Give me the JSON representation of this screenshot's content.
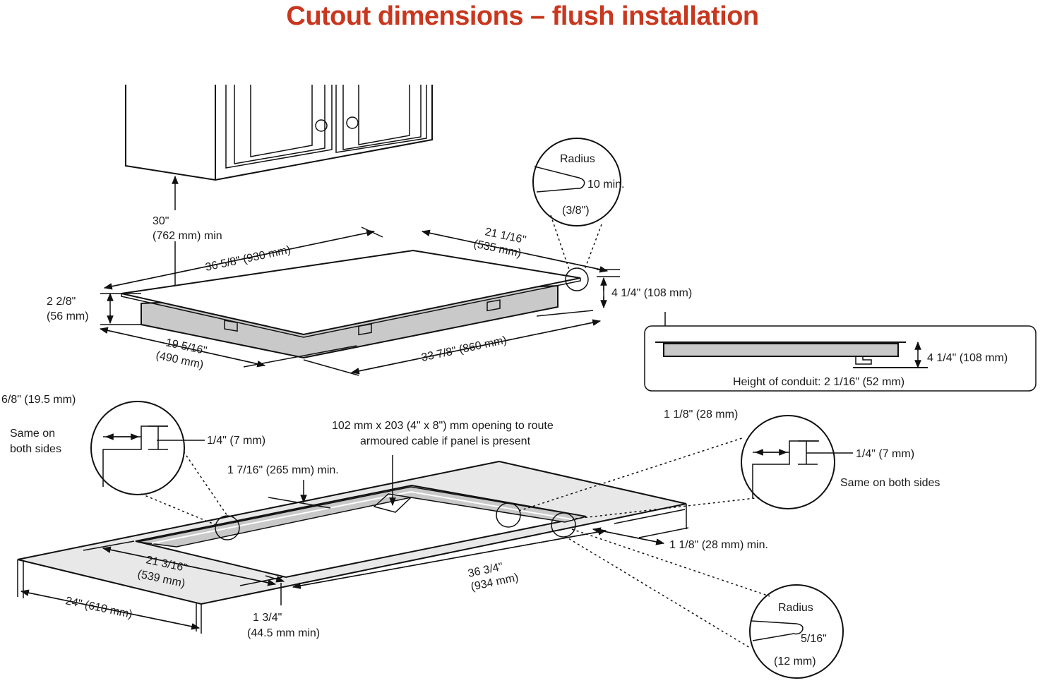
{
  "title": "Cutout dimensions – flush installation",
  "colors": {
    "title": "#c8371e",
    "panel_gray": "#c9c9c9",
    "counter_gray": "#e8e8e8"
  },
  "top_view": {
    "clearance_value": "30\"",
    "clearance_unit": "(762 mm) min",
    "width_label": "36 5/8\" (930 mm)",
    "depth_top_value": "21 1/16\"",
    "depth_top_unit": "(535 mm)",
    "thickness_value": "2 2/8\"",
    "thickness_unit": "(56 mm)",
    "depth_bottom_value": "19 5/16\"",
    "depth_bottom_unit": "(490 mm)",
    "width_bottom_label": "33 7/8\" (860 mm)",
    "height_label": "4 1/4\" (108 mm)",
    "radius_detail": {
      "title": "Radius",
      "value": "10 min.",
      "unit": "(3/8\")"
    }
  },
  "side_detail": {
    "height_label": "4 1/4\" (108 mm)",
    "conduit_label": "Height of conduit: 2 1/16\" (52 mm)"
  },
  "cutout_view": {
    "left_detail": {
      "ledge_label": "6/8\" (19.5 mm)",
      "note_line1": "Same on",
      "note_line2": "both sides",
      "depth_label": "1/4\" (7 mm)"
    },
    "opening_note_line1": "102 mm x 203 (4\" x 8\") mm opening to route",
    "opening_note_line2": "armoured cable if panel is present",
    "back_min_label": "1 7/16\" (265 mm) min.",
    "right_detail": {
      "ledge_label": "1 1/8\" (28 mm)",
      "depth_label": "1/4\" (7 mm)",
      "note": "Same on both sides"
    },
    "side_min_label": "1 1/8\" (28 mm) min.",
    "cut_depth_value": "21 3/16\"",
    "cut_depth_unit": "(539 mm)",
    "cut_width_value": "36 3/4\"",
    "cut_width_unit": "(934 mm)",
    "counter_depth_label": "24\" (610 mm)",
    "front_min_value": "1 3/4\"",
    "front_min_unit": "(44.5 mm min)",
    "radius_detail": {
      "title": "Radius",
      "value": "5/16\"",
      "unit": "(12 mm)"
    }
  }
}
